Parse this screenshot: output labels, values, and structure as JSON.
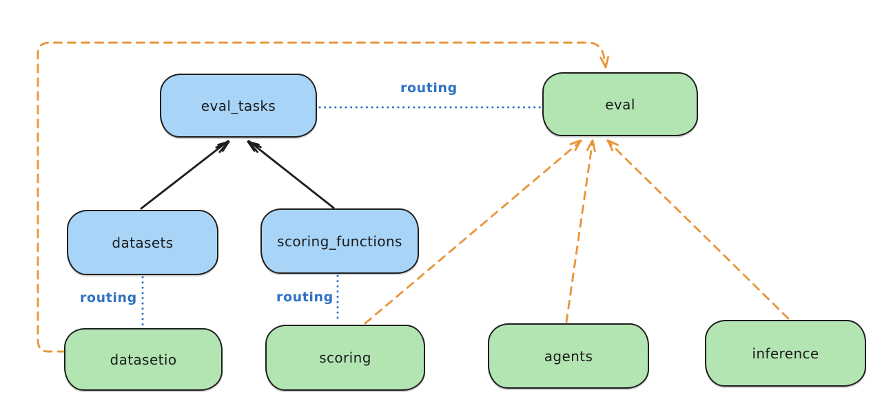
{
  "diagram": {
    "background": "#ffffff",
    "colors": {
      "node_blue_fill": "#a8d4f7",
      "node_green_fill": "#b2e5b2",
      "node_border": "#1e1e1e",
      "black_edge": "#1e1e1e",
      "routing_blue": "#2f72c2",
      "orange": "#e9963c"
    },
    "nodes": {
      "eval_tasks": {
        "label": "eval_tasks"
      },
      "eval": {
        "label": "eval"
      },
      "datasets": {
        "label": "datasets"
      },
      "scoring_functions": {
        "label": "scoring_functions"
      },
      "datasetio": {
        "label": "datasetio"
      },
      "scoring": {
        "label": "scoring"
      },
      "agents": {
        "label": "agents"
      },
      "inference": {
        "label": "inference"
      }
    },
    "edges": [
      {
        "from": "datasets",
        "to": "eval_tasks",
        "style": "solid-black-arrow",
        "label": ""
      },
      {
        "from": "scoring_functions",
        "to": "eval_tasks",
        "style": "solid-black-arrow",
        "label": ""
      },
      {
        "from": "eval_tasks",
        "to": "eval",
        "style": "dotted-blue",
        "label": "routing"
      },
      {
        "from": "datasets",
        "to": "datasetio",
        "style": "dotted-blue",
        "label": "routing"
      },
      {
        "from": "scoring_functions",
        "to": "scoring",
        "style": "dotted-blue",
        "label": "routing"
      },
      {
        "from": "datasetio",
        "to": "eval",
        "style": "dashed-orange-arrow",
        "label": ""
      },
      {
        "from": "scoring",
        "to": "eval",
        "style": "dashed-orange-arrow",
        "label": ""
      },
      {
        "from": "agents",
        "to": "eval",
        "style": "dashed-orange-arrow",
        "label": ""
      },
      {
        "from": "inference",
        "to": "eval",
        "style": "dashed-orange-arrow",
        "label": ""
      }
    ]
  }
}
